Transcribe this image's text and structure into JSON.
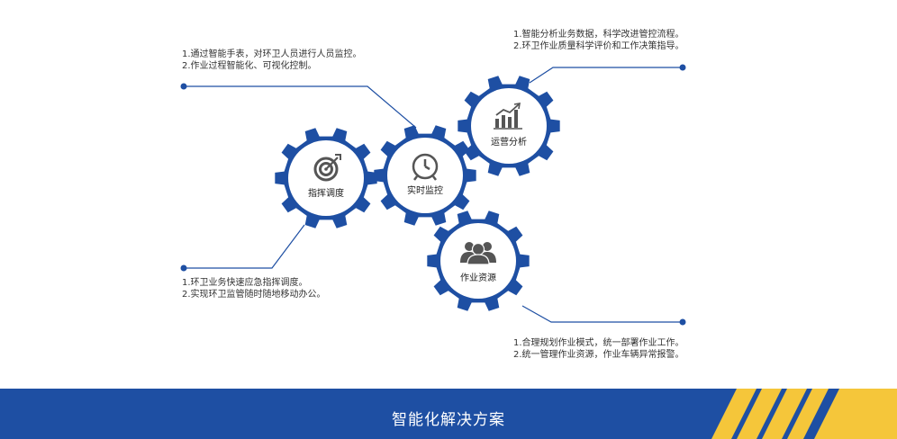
{
  "colors": {
    "primary": "#1e4fa3",
    "accent_yellow": "#f5c63a",
    "text": "#333333",
    "icon": "#555555"
  },
  "gears": [
    {
      "id": "command",
      "label": "指挥调度",
      "icon": "target-icon"
    },
    {
      "id": "monitor",
      "label": "实时监控",
      "icon": "clock-icon"
    },
    {
      "id": "analysis",
      "label": "运营分析",
      "icon": "bar-chart-icon"
    },
    {
      "id": "resource",
      "label": "作业资源",
      "icon": "people-group-icon"
    }
  ],
  "notes": {
    "monitor": [
      "1.通过智能手表，对环卫人员进行人员监控。",
      "2.作业过程智能化、可视化控制。"
    ],
    "analysis": [
      "1.智能分析业务数据，科学改进管控流程。",
      "2.环卫作业质量科学评价和工作决策指导。"
    ],
    "command": [
      "1.环卫业务快速应急指挥调度。",
      "2.实现环卫监管随时随地移动办公。"
    ],
    "resource": [
      "1.合理规划作业模式，统一部署作业工作。",
      "2.统一管理作业资源，作业车辆异常报警。"
    ]
  },
  "footer": {
    "title": "智能化解决方案"
  }
}
